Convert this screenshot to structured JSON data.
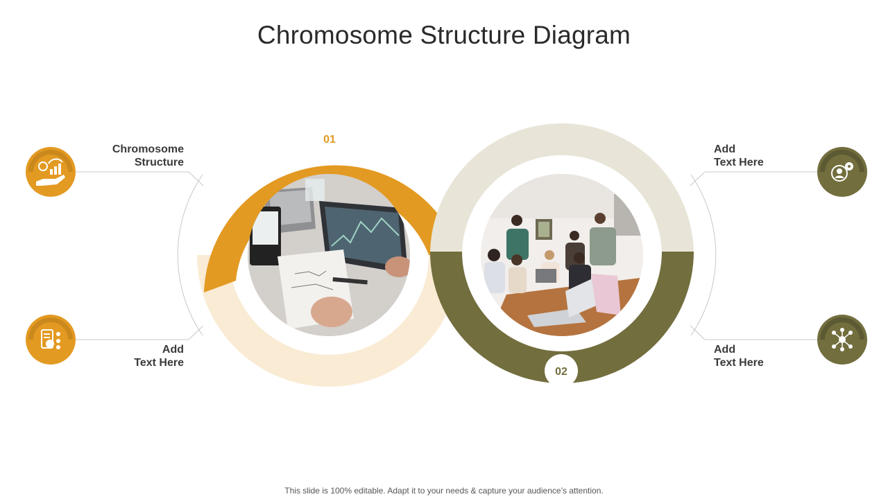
{
  "title": "Chromosome Structure Diagram",
  "footer": "This slide is 100% editable. Adapt it to your needs & capture your audience’s attention.",
  "colors": {
    "orange": "#E39A22",
    "orange_light": "#FAEBD4",
    "olive": "#726E3E",
    "olive_light": "#E8E5D8",
    "connector": "#C8C8C8"
  },
  "steps": [
    {
      "number": "01"
    },
    {
      "number": "02"
    }
  ],
  "labels": {
    "left_top": {
      "line1": "Chromosome",
      "line2": "Structure",
      "icon": "money-growth-hand-icon"
    },
    "left_bottom": {
      "line1": "Add",
      "line2": "Text Here",
      "icon": "report-analytics-icon"
    },
    "right_top": {
      "line1": "Add",
      "line2": "Text Here",
      "icon": "user-settings-icon"
    },
    "right_bottom": {
      "line1": "Add",
      "line2": "Text Here",
      "icon": "network-people-icon"
    }
  },
  "photos": {
    "left": "tablet-chart-workdesk-photo",
    "right": "team-meeting-laptops-photo"
  }
}
